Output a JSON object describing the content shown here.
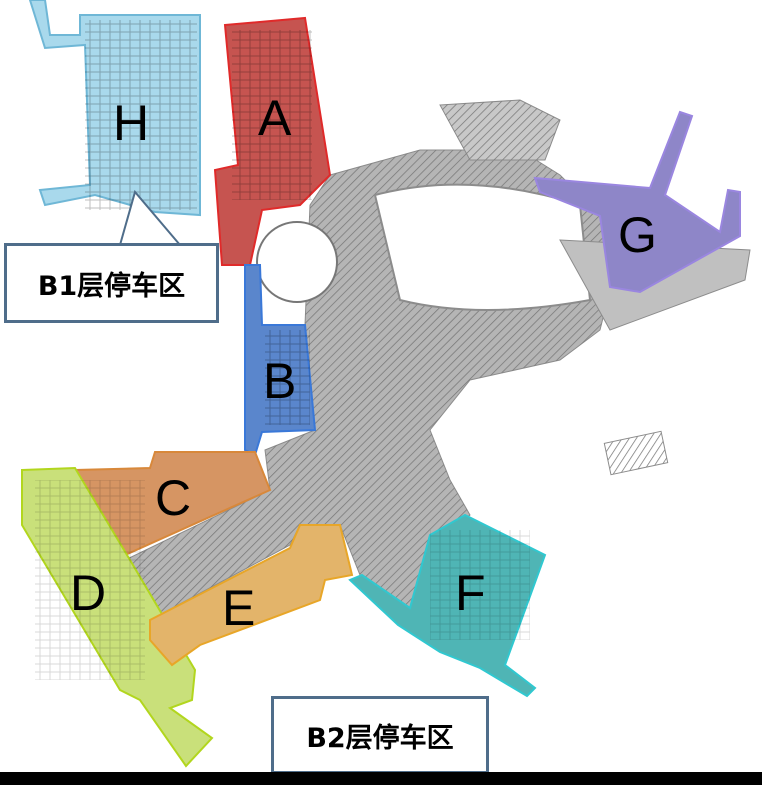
{
  "zones": [
    {
      "id": "H",
      "label": "H",
      "color": "#a9d9ec",
      "stroke": "#6fb7d6"
    },
    {
      "id": "A",
      "label": "A",
      "color": "#c65450",
      "stroke": "#e02a2a"
    },
    {
      "id": "B",
      "label": "B",
      "color": "#5a86cc",
      "stroke": "#3a78d8"
    },
    {
      "id": "C",
      "label": "C",
      "color": "#d69563",
      "stroke": "#d8883a"
    },
    {
      "id": "D",
      "label": "D",
      "color": "#c9e07a",
      "stroke": "#b2d61e"
    },
    {
      "id": "E",
      "label": "E",
      "color": "#e3b46a",
      "stroke": "#e8a628"
    },
    {
      "id": "F",
      "label": "F",
      "color": "#4fb5b5",
      "stroke": "#30c8d0"
    },
    {
      "id": "G",
      "label": "G",
      "color": "#8e86c8",
      "stroke": "#9a86e0"
    }
  ],
  "callouts": {
    "b1": "B1层停车区",
    "b2": "B2层停车区"
  },
  "colors": {
    "building": "#8c8c8c",
    "callout_border": "#4f6d8a"
  }
}
